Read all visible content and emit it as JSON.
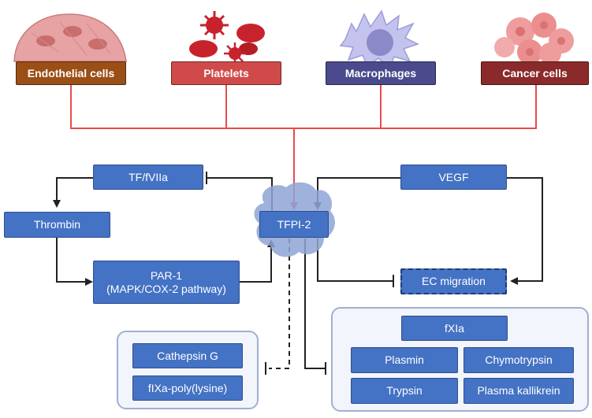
{
  "sources": {
    "endothelial": {
      "label": "Endothelial cells",
      "color": "#9A4F17"
    },
    "platelets": {
      "label": "Platelets",
      "color": "#D04A4A"
    },
    "macrophages": {
      "label": "Macrophages",
      "color": "#4A4A8C"
    },
    "cancer": {
      "label": "Cancer cells",
      "color": "#8B2A2A"
    }
  },
  "center": {
    "label": "TFPI-2"
  },
  "nodes": {
    "tf_fviia": "TF/fVIIa",
    "thrombin": "Thrombin",
    "par1": "PAR-1\n(MAPK/COX-2 pathway)",
    "vegf": "VEGF",
    "ec_migration": "EC migration"
  },
  "left_group": {
    "items": [
      "Cathepsin G",
      "fIXa-poly(lysine)"
    ]
  },
  "right_group": {
    "items": [
      "fXIa",
      "Plasmin",
      "Chymotrypsin",
      "Trypsin",
      "Plasma kallikrein"
    ]
  },
  "colors": {
    "node_fill": "#4472C4",
    "arrow_red": "#E84B4B",
    "arrow_black": "#222222"
  }
}
